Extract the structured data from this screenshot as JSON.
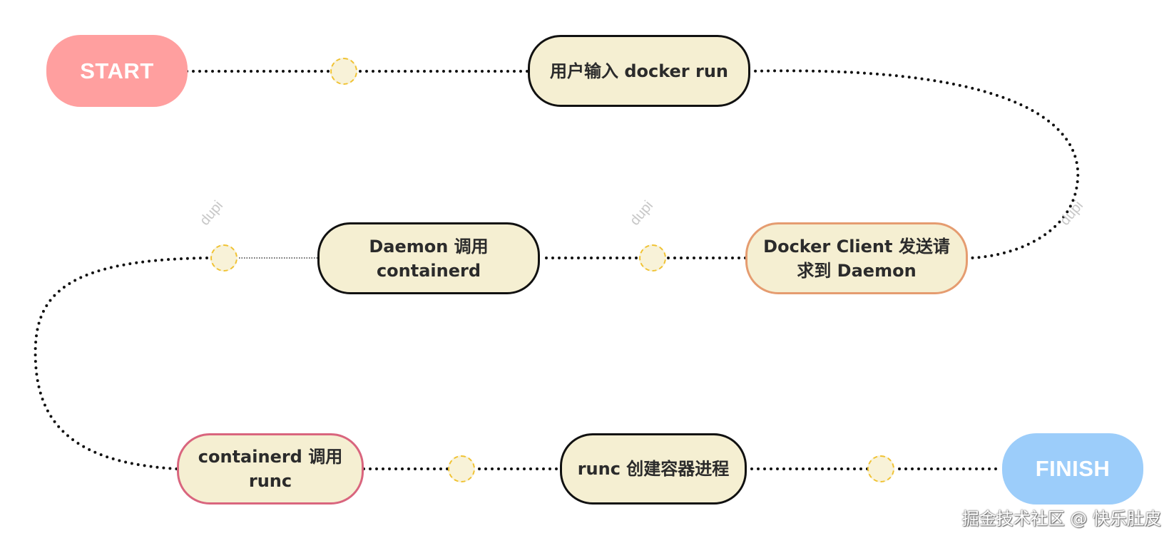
{
  "nodes": {
    "start": "START",
    "docker_run": "用户输入 docker run",
    "client_send": "Docker Client 发送请\n求到 Daemon",
    "daemon_call": "Daemon 调用\ncontainerd",
    "containerd_call": "containerd 调用\nrunc",
    "runc_create": "runc 创建容器进程",
    "finish": "FINISH"
  },
  "watermark": "dupi",
  "footer": "掘金技术社区 @ 快乐肚皮",
  "colors": {
    "start": "#ff9f9f",
    "finish": "#9ccdfa",
    "step_fill": "#f5efd2",
    "step_border": "#111111",
    "orange_border": "#e59c70",
    "pink_border": "#d9657e",
    "dot_border": "#f0c232"
  }
}
